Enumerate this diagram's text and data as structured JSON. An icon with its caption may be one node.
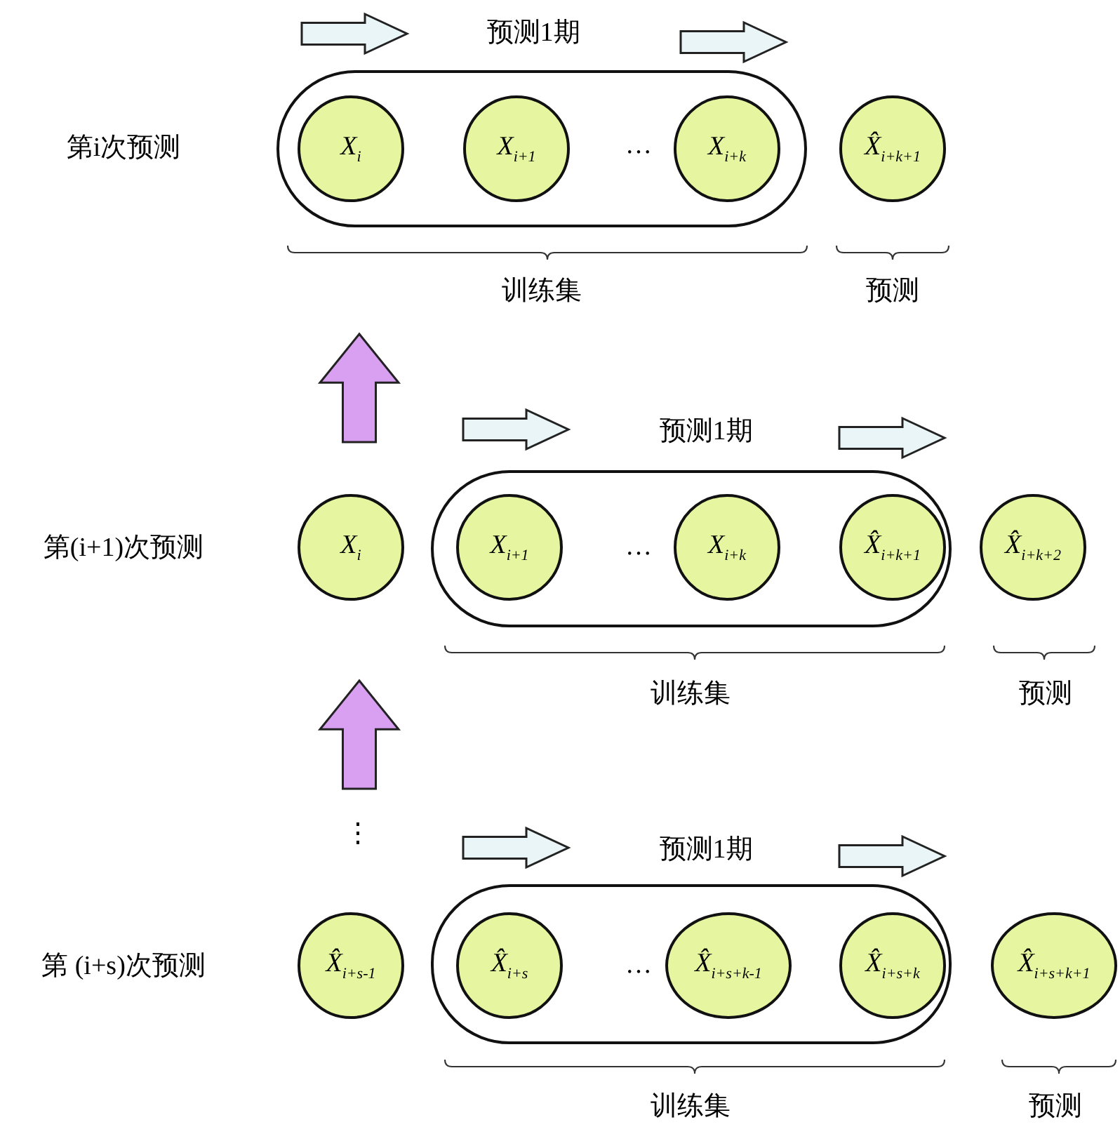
{
  "diagram": {
    "nodes": [
      {
        "text": [],
        "shape": "box",
        "beside": [
          "训练集"
        ]
      },
      {
        "text": [
          "X$_{i}$"
        ],
        "in": 0
      },
      {
        "text": [
          "X$_{i+1}$"
        ],
        "in": 0
      },
      {
        "text": [
          "X$_{i+k}$"
        ],
        "in": 0
      },
      {
        "text": [
          "X̂$_{i+k+1}$"
        ],
        "beside": [
          "预测"
        ]
      },
      {
        "text": [
          "X$_{i}$"
        ]
      },
      {
        "text": [],
        "shape": "box",
        "beside": [
          "训练集"
        ]
      },
      {
        "text": [
          "X$_{i+1}$"
        ],
        "in": 6
      },
      {
        "text": [
          "X$_{i+k}$"
        ],
        "in": 6
      },
      {
        "text": [
          "X̂$_{i+k+1}$"
        ],
        "in": 6
      },
      {
        "text": [
          "X̂$_{i+k+2}$"
        ],
        "beside": [
          "预测"
        ]
      },
      {
        "text": [
          "X̂$_{i+s-1}$"
        ]
      },
      {
        "text": [],
        "shape": "box",
        "beside": [
          "训练集"
        ]
      },
      {
        "text": [
          "X̂$_{i+s}$"
        ],
        "in": 12
      },
      {
        "text": [
          "X̂$_{i+s+k-1}$"
        ],
        "in": 12
      },
      {
        "text": [
          "X̂$_{i+s+k}$"
        ],
        "in": 12
      },
      {
        "text": [
          "X̂$_{i+s+k+1}$"
        ],
        "beside": [
          "预测"
        ]
      }
    ],
    "labels": [
      "预测1期",
      "第i次预测",
      "…",
      "预测1期",
      "第(i+1)次预测",
      "…",
      "⋮",
      "预测1期",
      "第 (i+s)次预测",
      "…"
    ]
  }
}
